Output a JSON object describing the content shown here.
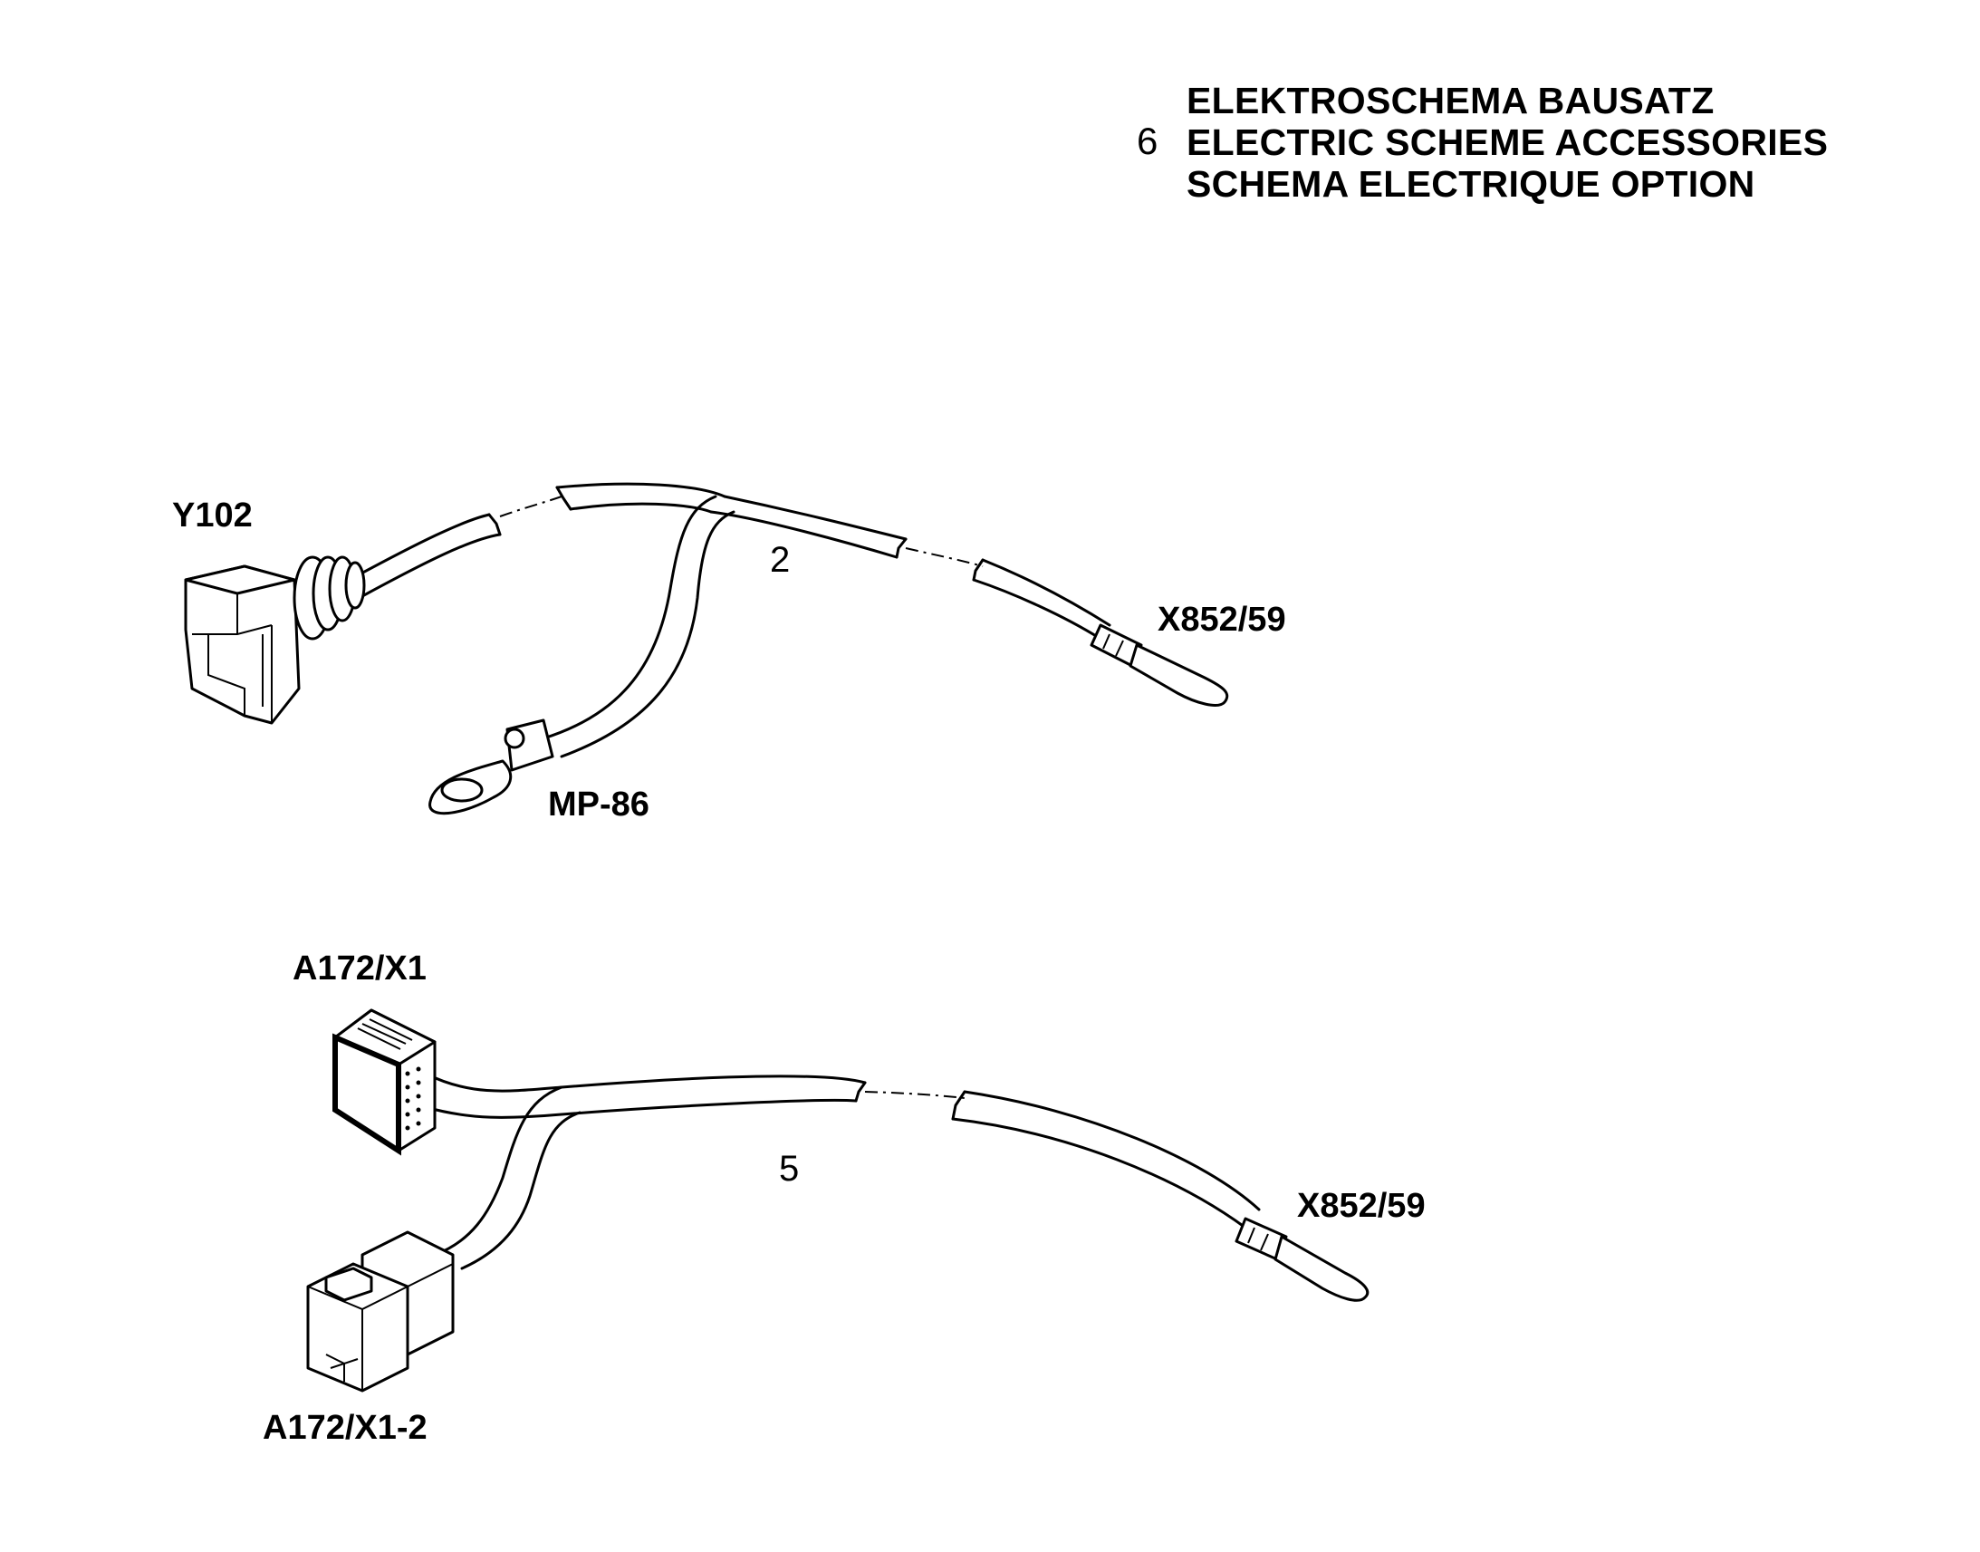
{
  "title": {
    "number": "6",
    "lines": [
      "ELEKTROSCHEMA BAUSATZ",
      "ELECTRIC SCHEME ACCESSORIES",
      "SCHEMA ELECTRIQUE OPTION"
    ]
  },
  "harness_1": {
    "item_number": "2",
    "labels": {
      "connector": "Y102",
      "ring_terminal": "MP-86",
      "pin_terminal": "X852/59"
    }
  },
  "harness_2": {
    "item_number": "5",
    "labels": {
      "connector_a": "A172/X1",
      "connector_b": "A172/X1-2",
      "pin_terminal": "X852/59"
    }
  }
}
